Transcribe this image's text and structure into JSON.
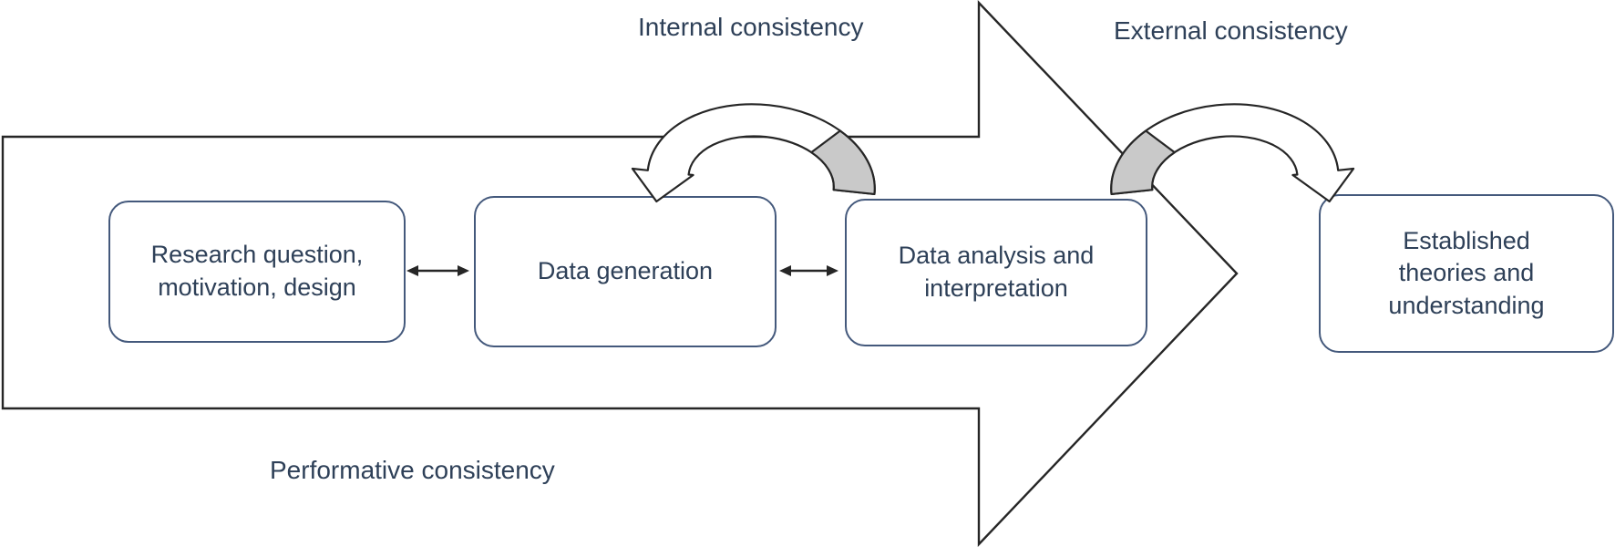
{
  "figure_type": "process-diagram",
  "labels": {
    "internal": "Internal consistency",
    "external": "External consistency",
    "performative": "Performative consistency"
  },
  "boxes": [
    {
      "id": "research",
      "label": "Research question, motivation, design"
    },
    {
      "id": "data-generation",
      "label": "Data generation"
    },
    {
      "id": "data-analysis",
      "label": "Data analysis and interpretation"
    },
    {
      "id": "established",
      "label": "Established theories and understanding"
    }
  ],
  "icons": [
    {
      "name": "big-process-arrow"
    },
    {
      "name": "double-arrow-left"
    },
    {
      "name": "double-arrow-right"
    },
    {
      "name": "curved-arrow-internal"
    },
    {
      "name": "curved-arrow-external"
    }
  ],
  "colors": {
    "outline": "#262626",
    "box_border": "#44597c",
    "text": "#2e4058",
    "arc_gray": "#c9c9c9",
    "background": "#ffffff"
  }
}
